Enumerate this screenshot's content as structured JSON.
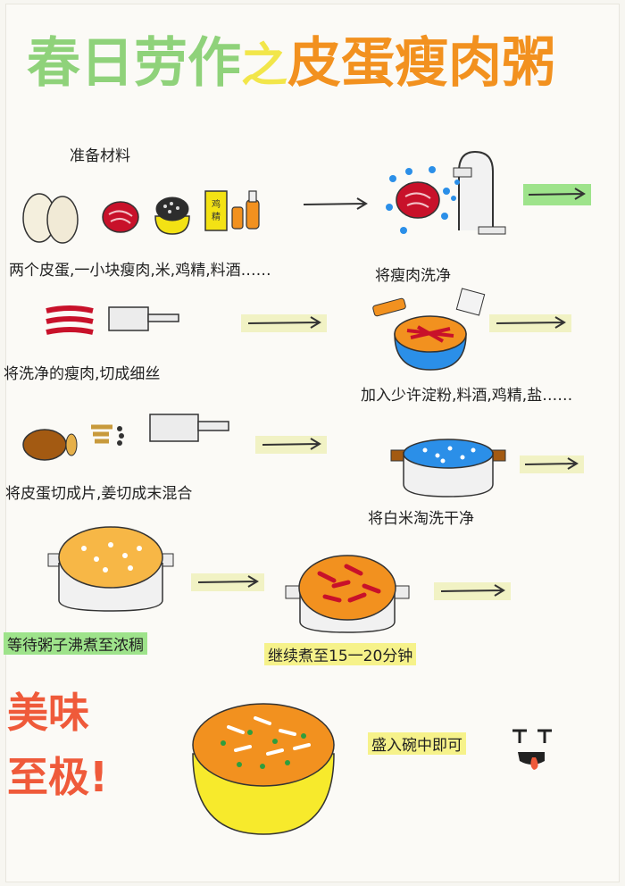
{
  "title": {
    "part1": "春日劳作",
    "part2": "之",
    "part3": "皮蛋瘦肉粥"
  },
  "steps": {
    "ingredients_header": "准备材料",
    "ingredients_list": "两个皮蛋,一小块瘦肉,米,鸡精,料酒……",
    "wash_meat": "将瘦肉洗净",
    "cut_meat": "将洗净的瘦肉,切成细丝",
    "season": "加入少许淀粉,料酒,鸡精,盐……",
    "cut_egg": "将皮蛋切成片,姜切成末混合",
    "wash_rice": "将白米淘洗干净",
    "boil": "等待粥子沸煮至浓稠",
    "continue": "继续煮至15一20分钟",
    "serve": "盛入碗中即可"
  },
  "finale": {
    "line1": "美味",
    "line2": "至极!"
  },
  "icons": [
    "eggs-icon",
    "meat-icon",
    "rice-icon",
    "seasoning-jar-icon",
    "faucet-icon",
    "knife-icon",
    "pot-icon",
    "bowl-icon",
    "arrow-icon",
    "face-icon"
  ],
  "colors": {
    "title_green": "#8fd27a",
    "title_yellow": "#f2e64a",
    "title_orange": "#f2911f",
    "highlight_yellow": "#f6f28a",
    "highlight_green": "#9ee38b",
    "accent_red": "#ef5a3a"
  }
}
